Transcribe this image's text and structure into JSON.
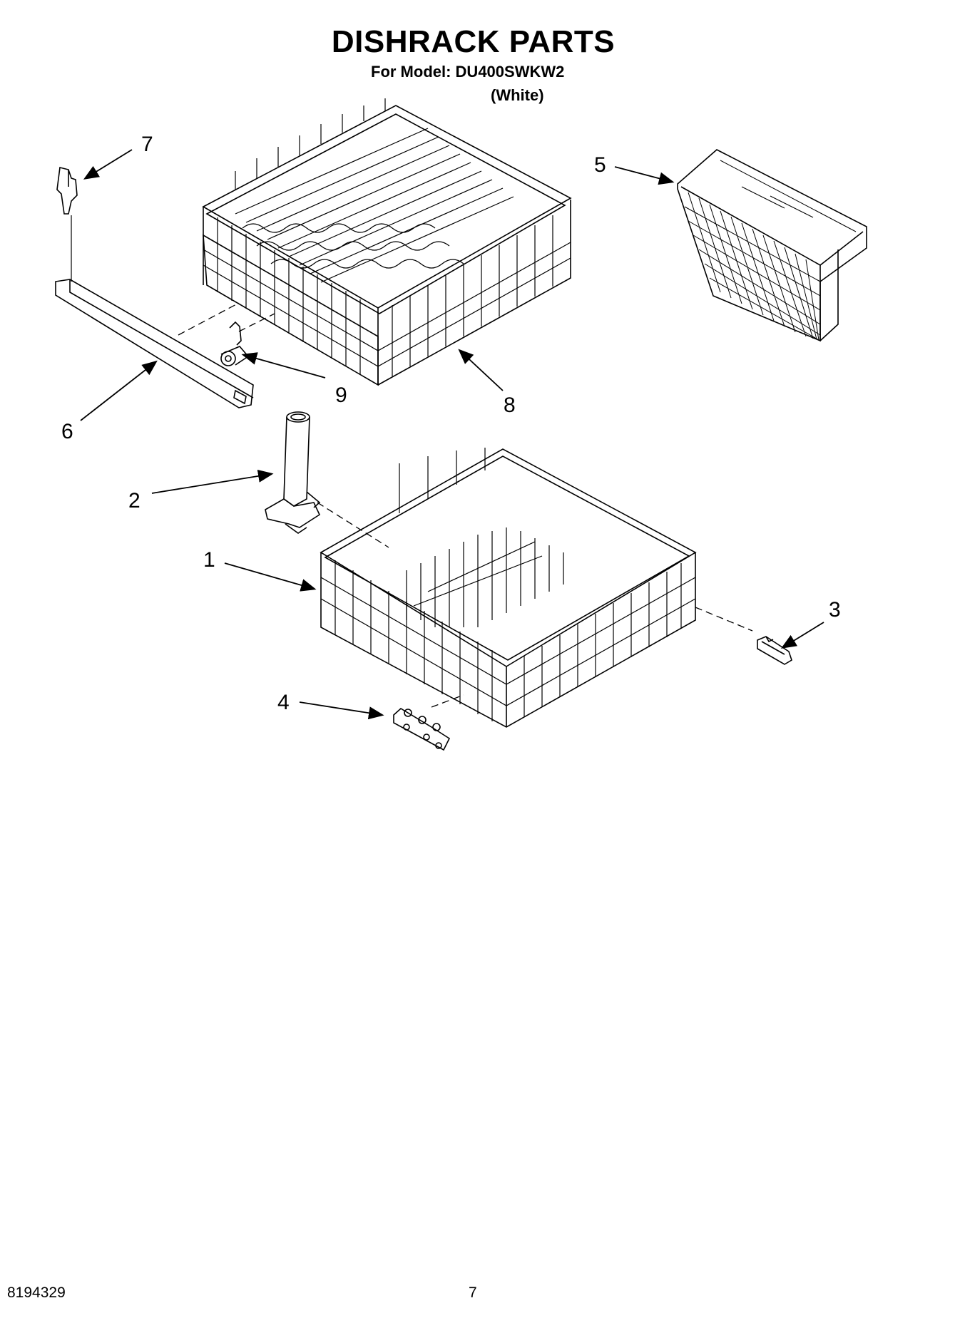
{
  "header": {
    "title": "DISHRACK PARTS",
    "model_line": "For Model: DU400SWKW2",
    "variant": "(White)"
  },
  "callouts": [
    {
      "label": "1",
      "part": "lower-dishrack"
    },
    {
      "label": "2",
      "part": "tube"
    },
    {
      "label": "3",
      "part": "rack-clip"
    },
    {
      "label": "4",
      "part": "wheel-bracket"
    },
    {
      "label": "5",
      "part": "silverware-basket"
    },
    {
      "label": "6",
      "part": "rail"
    },
    {
      "label": "7",
      "part": "end-cap"
    },
    {
      "label": "8",
      "part": "upper-dishrack"
    },
    {
      "label": "9",
      "part": "wheel-assembly"
    }
  ],
  "footer": {
    "doc_number": "8194329",
    "page_number": "7"
  }
}
